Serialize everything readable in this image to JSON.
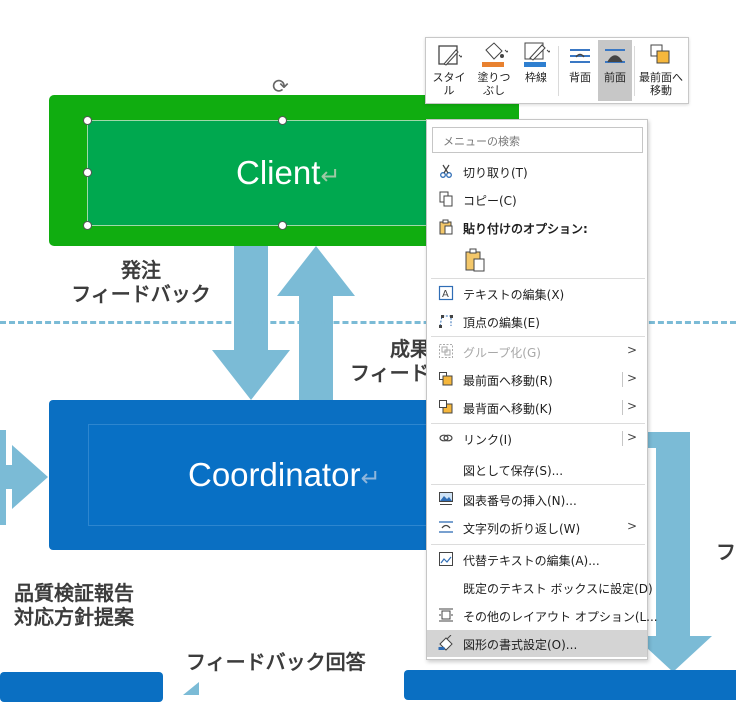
{
  "diagram": {
    "client_label": "Client",
    "coordinator_label": "Coordinator",
    "return_mark": "↵",
    "left_label_line1": "発注",
    "left_label_line2": "フィードバック",
    "right_label_line1": "成果",
    "right_label_line2": "フィード",
    "bottom_left_line1": "品質検証報告",
    "bottom_left_line2": "対応方針提案",
    "bottom_center": "フィードバック回答",
    "right_edge": "フ",
    "colors": {
      "client": "#10ad10",
      "coordinator": "#0a6fc2",
      "arrow": "#7bbbd6"
    }
  },
  "toolbar": {
    "style": "スタイル",
    "fill_line1": "塗りつ",
    "fill_line2": "ぶし",
    "outline": "枠線",
    "back": "背面",
    "front": "前面",
    "bring_front_line1": "最前面へ",
    "bring_front_line2": "移動"
  },
  "menu": {
    "search_placeholder": "メニューの検索",
    "cut": "切り取り(T)",
    "copy": "コピー(C)",
    "paste_options": "貼り付けのオプション:",
    "edit_text": "テキストの編集(X)",
    "edit_points": "頂点の編集(E)",
    "group": "グループ化(G)",
    "bring_to_front": "最前面へ移動(R)",
    "send_to_back": "最背面へ移動(K)",
    "link": "リンク(I)",
    "save_as_picture": "図として保存(S)...",
    "insert_caption": "図表番号の挿入(N)...",
    "wrap_text": "文字列の折り返し(W)",
    "edit_alt_text": "代替テキストの編集(A)...",
    "set_default_textbox": "既定のテキスト ボックスに設定(D)",
    "more_layout": "その他のレイアウト オプション(L...",
    "format_shape": "図形の書式設定(O)...",
    "submenu_arrow": ">"
  }
}
